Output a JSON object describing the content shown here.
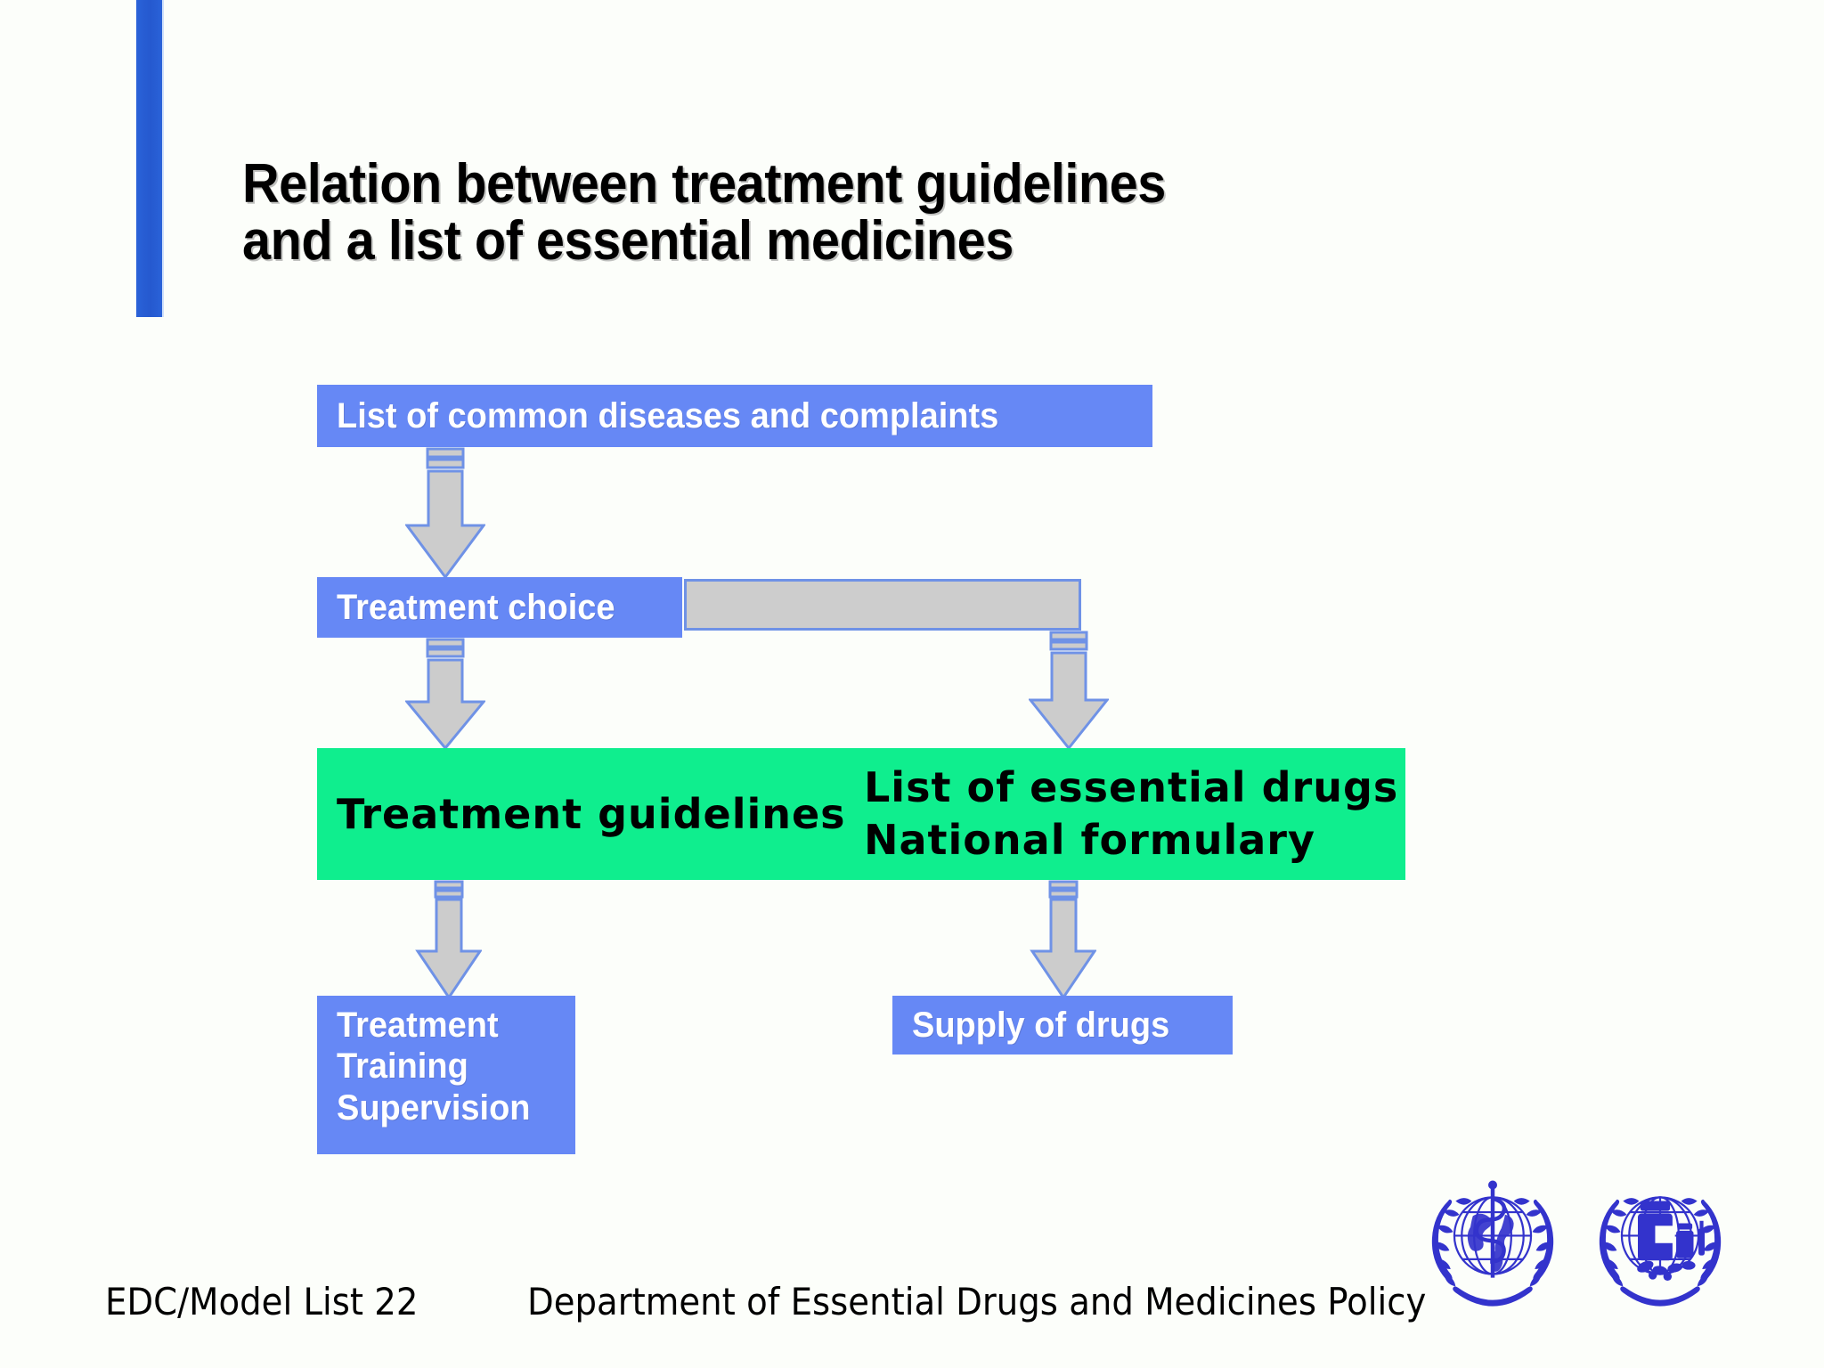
{
  "slide": {
    "title": "Relation between treatment guidelines\nand a list of essential medicines",
    "background_color": "#fcfefa",
    "accent_bar_color": "#2559cf"
  },
  "colors": {
    "blue_node": "#6688f5",
    "green_node": "#0fee8e",
    "arrow_fill": "#cccccc",
    "arrow_border": "#6f92e6",
    "connector_bar": "#cdcdcd",
    "logo_blue": "#3333cc",
    "text_on_blue": "#ffffff",
    "text_on_green": "#000000"
  },
  "flowchart": {
    "nodes": [
      {
        "id": "diseases",
        "label": "List of common diseases and complaints",
        "style": "blue"
      },
      {
        "id": "choice",
        "label": "Treatment choice",
        "style": "blue"
      },
      {
        "id": "guidelines",
        "label": "Treatment guidelines",
        "style": "green"
      },
      {
        "id": "essential_line1",
        "label": "List of essential drugs",
        "style": "green"
      },
      {
        "id": "essential_line2",
        "label": "National formulary",
        "style": "green"
      },
      {
        "id": "training",
        "label": "Treatment\nTraining\nSupervision",
        "style": "blue"
      },
      {
        "id": "supply",
        "label": "Supply of drugs",
        "style": "blue"
      }
    ],
    "connectors": [
      {
        "from": "diseases",
        "to": "choice",
        "type": "striped-arrow-down"
      },
      {
        "from": "choice",
        "to": "essential_line1",
        "type": "elbow-bar-then-striped-arrow-down"
      },
      {
        "from": "choice",
        "to": "guidelines",
        "type": "striped-arrow-down"
      },
      {
        "from": "guidelines",
        "to": "training",
        "type": "striped-arrow-down"
      },
      {
        "from": "essential_line2",
        "to": "supply",
        "type": "striped-arrow-down"
      }
    ]
  },
  "footer": {
    "left": "EDC/Model List 22",
    "center": "Department of Essential Drugs and Medicines Policy",
    "logos": [
      {
        "id": "who",
        "name": "who-emblem"
      },
      {
        "id": "edm",
        "name": "essential-medicines-emblem"
      }
    ]
  }
}
